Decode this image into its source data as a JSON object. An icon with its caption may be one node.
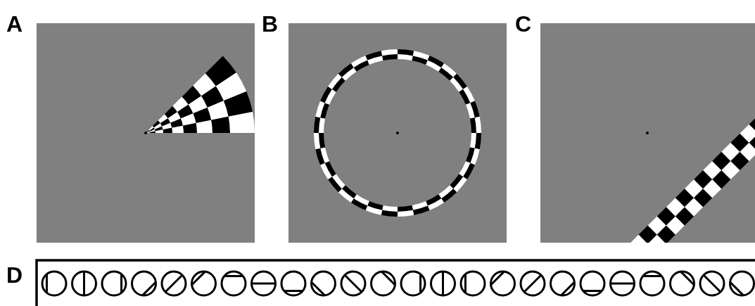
{
  "diagram": {
    "labels": [
      "A",
      "B",
      "C",
      "D"
    ]
  }
}
